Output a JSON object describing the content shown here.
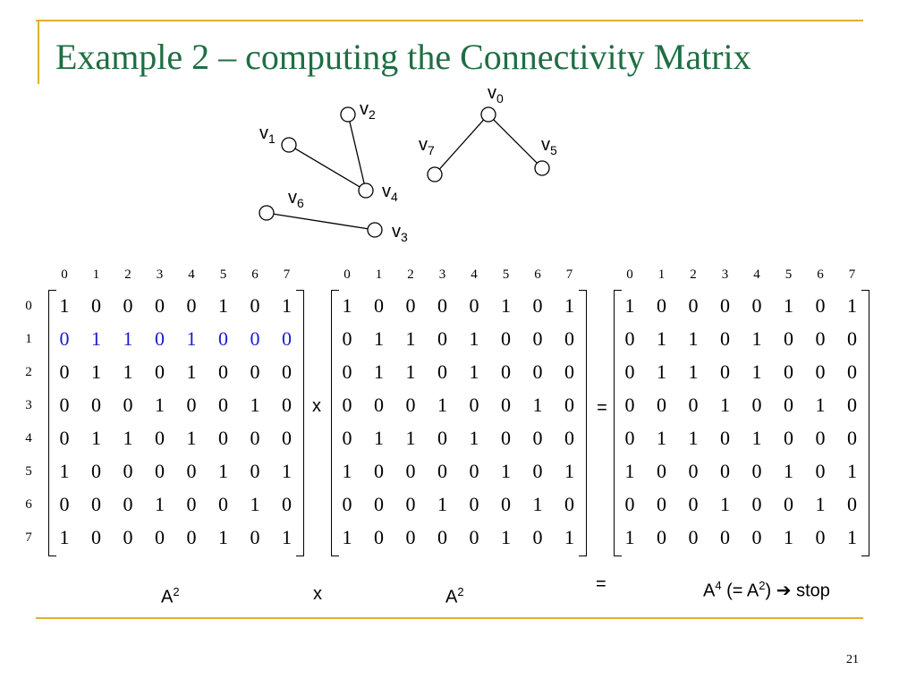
{
  "slide": {
    "title": "Example 2 – computing the Connectivity Matrix",
    "page_number": "21"
  },
  "graph": {
    "nodes": [
      {
        "id": "v0",
        "base": "v",
        "sub": "0"
      },
      {
        "id": "v1",
        "base": "v",
        "sub": "1"
      },
      {
        "id": "v2",
        "base": "v",
        "sub": "2"
      },
      {
        "id": "v3",
        "base": "v",
        "sub": "3"
      },
      {
        "id": "v4",
        "base": "v",
        "sub": "4"
      },
      {
        "id": "v5",
        "base": "v",
        "sub": "5"
      },
      {
        "id": "v6",
        "base": "v",
        "sub": "6"
      },
      {
        "id": "v7",
        "base": "v",
        "sub": "7"
      }
    ],
    "edges": [
      [
        "v1",
        "v4"
      ],
      [
        "v2",
        "v4"
      ],
      [
        "v6",
        "v3"
      ],
      [
        "v0",
        "v7"
      ],
      [
        "v0",
        "v5"
      ]
    ]
  },
  "equation": {
    "index_labels": [
      "0",
      "1",
      "2",
      "3",
      "4",
      "5",
      "6",
      "7"
    ],
    "multiply_symbol": "x",
    "equals_symbol": "=",
    "matrices": [
      {
        "rows": [
          [
            "1",
            "0",
            "0",
            "0",
            "0",
            "1",
            "0",
            "1"
          ],
          [
            "0",
            "1",
            "1",
            "0",
            "1",
            "0",
            "0",
            "0"
          ],
          [
            "0",
            "1",
            "1",
            "0",
            "1",
            "0",
            "0",
            "0"
          ],
          [
            "0",
            "0",
            "0",
            "1",
            "0",
            "0",
            "1",
            "0"
          ],
          [
            "0",
            "1",
            "1",
            "0",
            "1",
            "0",
            "0",
            "0"
          ],
          [
            "1",
            "0",
            "0",
            "0",
            "0",
            "1",
            "0",
            "1"
          ],
          [
            "0",
            "0",
            "0",
            "1",
            "0",
            "0",
            "1",
            "0"
          ],
          [
            "1",
            "0",
            "0",
            "0",
            "0",
            "1",
            "0",
            "1"
          ]
        ],
        "highlight_row": 1,
        "highlight_color": "#1a1ad0"
      },
      {
        "rows": [
          [
            "1",
            "0",
            "0",
            "0",
            "0",
            "1",
            "0",
            "1"
          ],
          [
            "0",
            "1",
            "1",
            "0",
            "1",
            "0",
            "0",
            "0"
          ],
          [
            "0",
            "1",
            "1",
            "0",
            "1",
            "0",
            "0",
            "0"
          ],
          [
            "0",
            "0",
            "0",
            "1",
            "0",
            "0",
            "1",
            "0"
          ],
          [
            "0",
            "1",
            "1",
            "0",
            "1",
            "0",
            "0",
            "0"
          ],
          [
            "1",
            "0",
            "0",
            "0",
            "0",
            "1",
            "0",
            "1"
          ],
          [
            "0",
            "0",
            "0",
            "1",
            "0",
            "0",
            "1",
            "0"
          ],
          [
            "1",
            "0",
            "0",
            "0",
            "0",
            "1",
            "0",
            "1"
          ]
        ]
      },
      {
        "rows": [
          [
            "1",
            "0",
            "0",
            "0",
            "0",
            "1",
            "0",
            "1"
          ],
          [
            "0",
            "1",
            "1",
            "0",
            "1",
            "0",
            "0",
            "0"
          ],
          [
            "0",
            "1",
            "1",
            "0",
            "1",
            "0",
            "0",
            "0"
          ],
          [
            "0",
            "0",
            "0",
            "1",
            "0",
            "0",
            "1",
            "0"
          ],
          [
            "0",
            "1",
            "1",
            "0",
            "1",
            "0",
            "0",
            "0"
          ],
          [
            "1",
            "0",
            "0",
            "0",
            "0",
            "1",
            "0",
            "1"
          ],
          [
            "0",
            "0",
            "0",
            "1",
            "0",
            "0",
            "1",
            "0"
          ],
          [
            "1",
            "0",
            "0",
            "0",
            "0",
            "1",
            "0",
            "1"
          ]
        ]
      }
    ]
  },
  "bottom": {
    "a2_first": {
      "base": "A",
      "exp": "2"
    },
    "times": "x",
    "a2_second": {
      "base": "A",
      "exp": "2"
    },
    "equals": "=",
    "result": {
      "base": "A",
      "exp": "4",
      "mid": " (= A",
      "exp2": "2",
      "tail": ")",
      "arrow": "➔",
      "stop": " stop"
    }
  },
  "colors": {
    "title": "#1f6e43",
    "accent_lines": "#e0b030",
    "highlight": "#1a1ad0"
  }
}
